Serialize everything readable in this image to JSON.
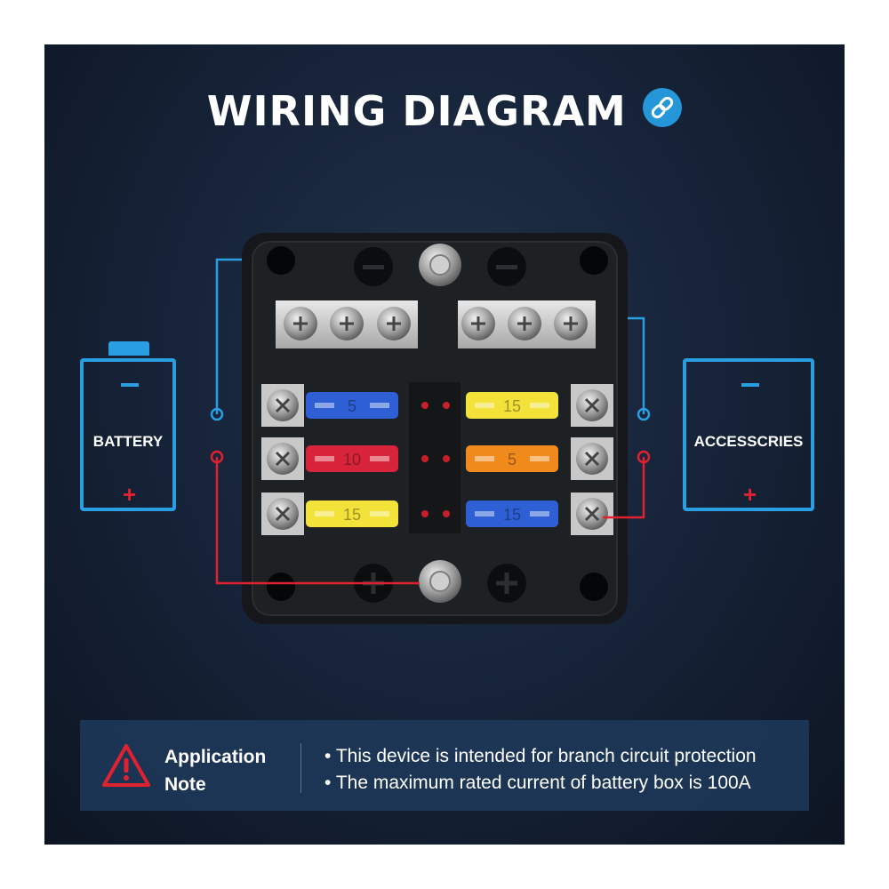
{
  "title": "WIRING DIAGRAM",
  "battery": {
    "label": "BATTERY",
    "minus": "−",
    "plus": "+"
  },
  "accessories": {
    "label": "ACCESSCRIES",
    "minus": "−",
    "plus": "+"
  },
  "fuses": [
    {
      "rating": "5",
      "color": "#2f5fd4"
    },
    {
      "rating": "10",
      "color": "#d8243a"
    },
    {
      "rating": "15",
      "color": "#f2e23a"
    },
    {
      "rating": "15",
      "color": "#f2e23a"
    },
    {
      "rating": "5",
      "color": "#f08a1c"
    },
    {
      "rating": "15",
      "color": "#2f5fd4"
    }
  ],
  "colors": {
    "accent": "#2a9ee2",
    "negative_wire": "#2a9ee2",
    "positive_wire": "#e02230"
  },
  "note": {
    "title": "Application Note",
    "items": [
      "This device is intended for branch circuit protection",
      "The maximum rated current of battery box is 100A"
    ]
  },
  "icons": [
    "link-icon",
    "warning-icon",
    "battery-icon",
    "screw-icon",
    "fuse-icon"
  ]
}
